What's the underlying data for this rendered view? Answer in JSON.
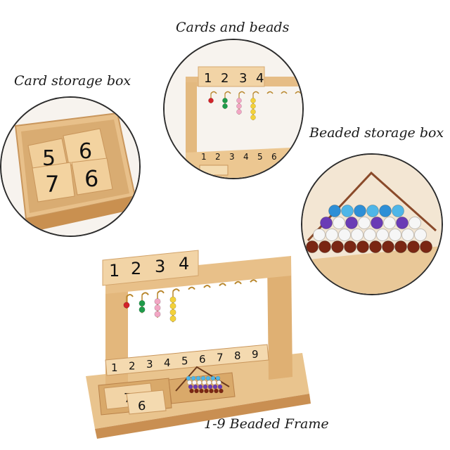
{
  "captions": {
    "cards_and_beads": "Cards and beads",
    "card_storage_box": "Card storage box",
    "beaded_storage_box": "Beaded storage box",
    "beaded_frame": "1-9 Beaded Frame"
  },
  "frame": {
    "card_digits": [
      "1",
      "2",
      "3",
      "4"
    ],
    "base_numbers": [
      "1",
      "2",
      "3",
      "4",
      "5",
      "6",
      "7",
      "8",
      "9"
    ]
  },
  "storage_cards": [
    "5",
    "6",
    "7",
    "6"
  ],
  "bead_colors": {
    "red": "#d2232a",
    "green": "#1e9b4a",
    "pink": "#f2a6c4",
    "yellow": "#f3d13a",
    "light_blue": "#4fb6e8",
    "white": "#f6f6f6",
    "purple": "#6a3bb5",
    "brown": "#7a2613"
  },
  "colors": {
    "wood_light": "#f2d4a6",
    "wood_mid": "#e3b97f",
    "wood_dark": "#c8935a"
  }
}
